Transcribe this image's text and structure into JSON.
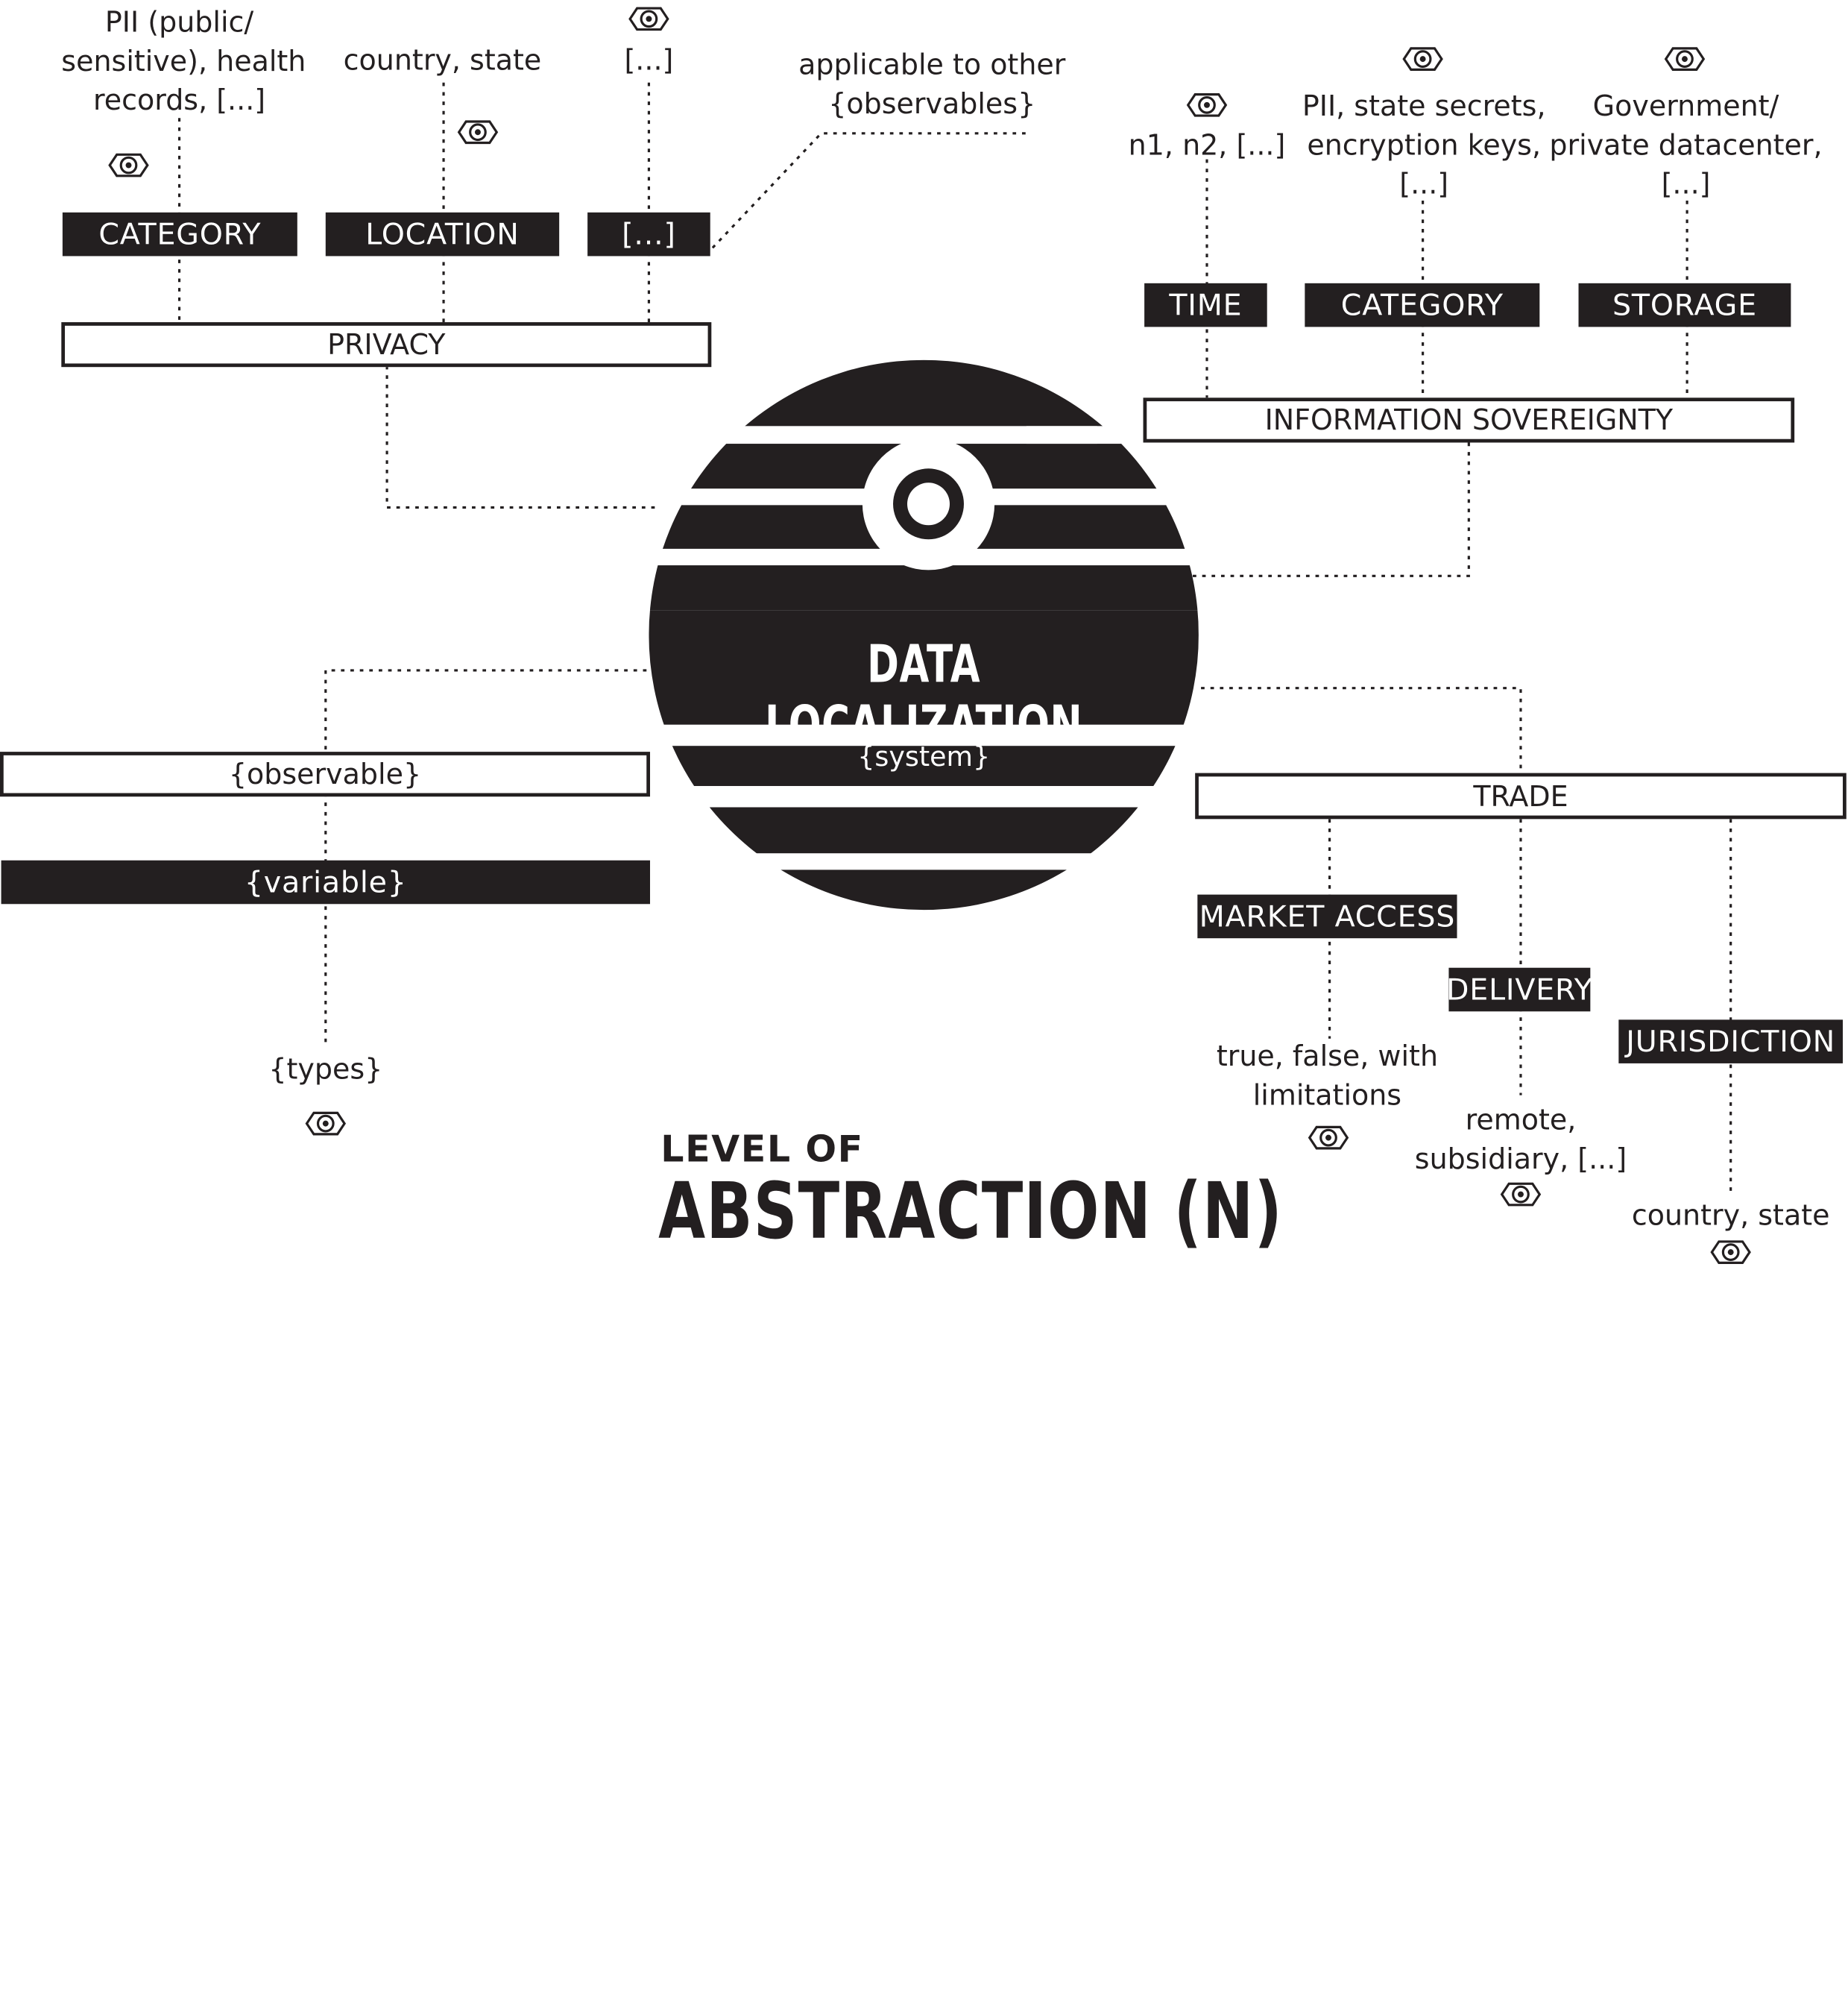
{
  "center": {
    "title": "DATA LOCALIZATION",
    "subtitle": "{system}"
  },
  "privacy": {
    "label": "PRIVACY",
    "variables": [
      "CATEGORY",
      "LOCATION",
      "[...]"
    ],
    "types": [
      "PII (public/\nsensitive), health\nrecords, [...]",
      "country, state",
      "[...]"
    ],
    "note": "applicable to other\n{observables}"
  },
  "sovereignty": {
    "label": "INFORMATION SOVEREIGNTY",
    "variables": [
      "TIME",
      "CATEGORY",
      "STORAGE"
    ],
    "types": [
      "n1, n2, [...]",
      "PII, state secrets,\nencryption keys,\n[...]",
      "Government/\nprivate datacenter,\n[...]"
    ]
  },
  "trade": {
    "label": "TRADE",
    "variables": [
      "MARKET ACCESS",
      "DELIVERY",
      "JURISDICTION"
    ],
    "types": [
      "true, false, with\nlimitations",
      "remote,\nsubsidiary, [...]",
      "country, state"
    ]
  },
  "legend": {
    "observable": "{observable}",
    "variable": "{variable}",
    "types": "{types}"
  },
  "footer": {
    "line1": "LEVEL OF",
    "line2": "ABSTRACTION (N)"
  },
  "icons": {
    "type_marker": "eye-icon"
  },
  "colors": {
    "ink": "#231f20",
    "paper": "#ffffff"
  }
}
